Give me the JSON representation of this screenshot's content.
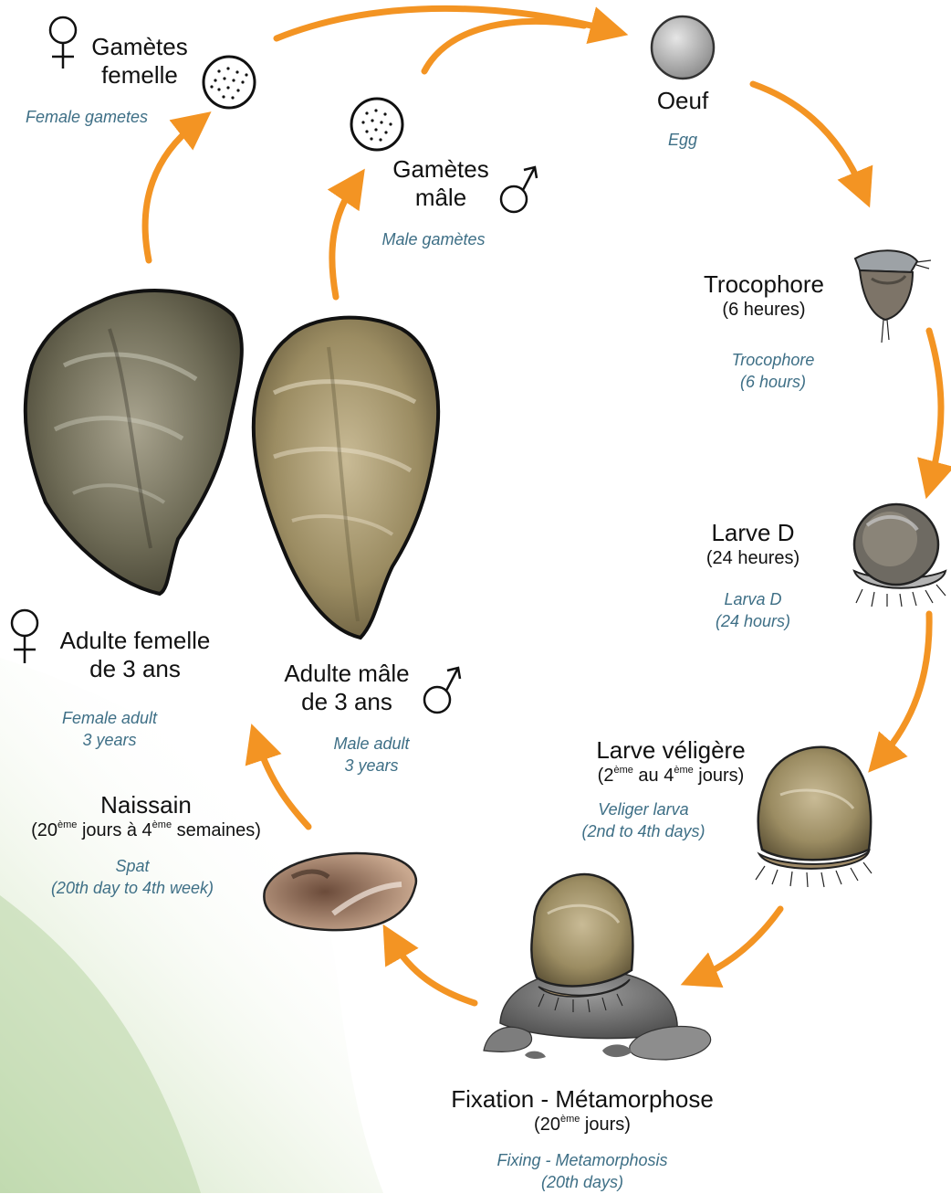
{
  "stages": {
    "female_gametes": {
      "fr_line1": "Gamètes",
      "fr_line2": "femelle",
      "en": "Female gametes"
    },
    "male_gametes": {
      "fr_line1": "Gamètes",
      "fr_line2": "mâle",
      "en": "Male gamètes"
    },
    "egg": {
      "fr": "Oeuf",
      "en": "Egg"
    },
    "trocophore": {
      "fr": "Trocophore",
      "fr_detail": "(6 heures)",
      "en_line1": "Trocophore",
      "en_line2": "(6 hours)"
    },
    "larva_d": {
      "fr": "Larve D",
      "fr_detail": "(24 heures)",
      "en_line1": "Larva D",
      "en_line2": "(24 hours)"
    },
    "veliger": {
      "fr": "Larve véligère",
      "fr_detail_a": "(2",
      "fr_detail_sup1": "ème",
      "fr_detail_b": " au 4",
      "fr_detail_sup2": "ème",
      "fr_detail_c": " jours)",
      "en_line1": "Veliger larva",
      "en_line2": "(2nd to 4th days)"
    },
    "fixation": {
      "fr": "Fixation - Métamorphose",
      "fr_detail_a": "(20",
      "fr_detail_sup": "ème",
      "fr_detail_b": " jours)",
      "en_line1": "Fixing - Metamorphosis",
      "en_line2": "(20th days)"
    },
    "spat": {
      "fr": "Naissain",
      "fr_detail_a": "(20",
      "fr_detail_sup1": "ème",
      "fr_detail_b": " jours à 4",
      "fr_detail_sup2": "ème",
      "fr_detail_c": " semaines)",
      "en_line1": "Spat",
      "en_line2": "(20th day to 4th week)"
    },
    "female_adult": {
      "fr_line1": "Adulte femelle",
      "fr_line2": "de 3 ans",
      "en_line1": "Female adult",
      "en_line2": "3 years"
    },
    "male_adult": {
      "fr_line1": "Adulte mâle",
      "fr_line2": "de 3 ans",
      "en_line1": "Male adult",
      "en_line2": "3 years"
    }
  },
  "colors": {
    "arrow": "#f39423",
    "english_text": "#3e6f86",
    "french_text": "#111111",
    "background_tint": "#dcead0"
  },
  "icons": [
    "female-symbol-icon",
    "male-symbol-icon",
    "gamete-cell-icon",
    "egg-icon",
    "oyster-icon",
    "rock-icon",
    "cilia-icon"
  ]
}
